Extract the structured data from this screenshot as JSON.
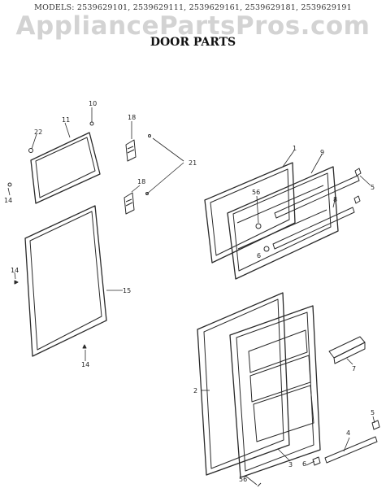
{
  "header": {
    "models": "MODELS: 2539629101, 2539629111, 2539629161, 2539629181, 2539629191",
    "watermark": "AppliancePartsPros.com",
    "title": "DOOR PARTS"
  },
  "callouts": {
    "c10": "10",
    "c11": "11",
    "c22": "22",
    "c14a": "14",
    "c14b": "14",
    "c14c": "14",
    "c15": "15",
    "c18a": "18",
    "c18b": "18",
    "c21": "21",
    "c1": "1",
    "c9": "9",
    "c56a": "56",
    "c8": "8",
    "c6a": "6",
    "c5a": "5",
    "c2": "2",
    "c3": "3",
    "c7": "7",
    "c5b": "5",
    "c4": "4",
    "c6b": "6",
    "c56b": "56"
  },
  "colors": {
    "line": "#2a2a2a",
    "background": "#ffffff"
  }
}
